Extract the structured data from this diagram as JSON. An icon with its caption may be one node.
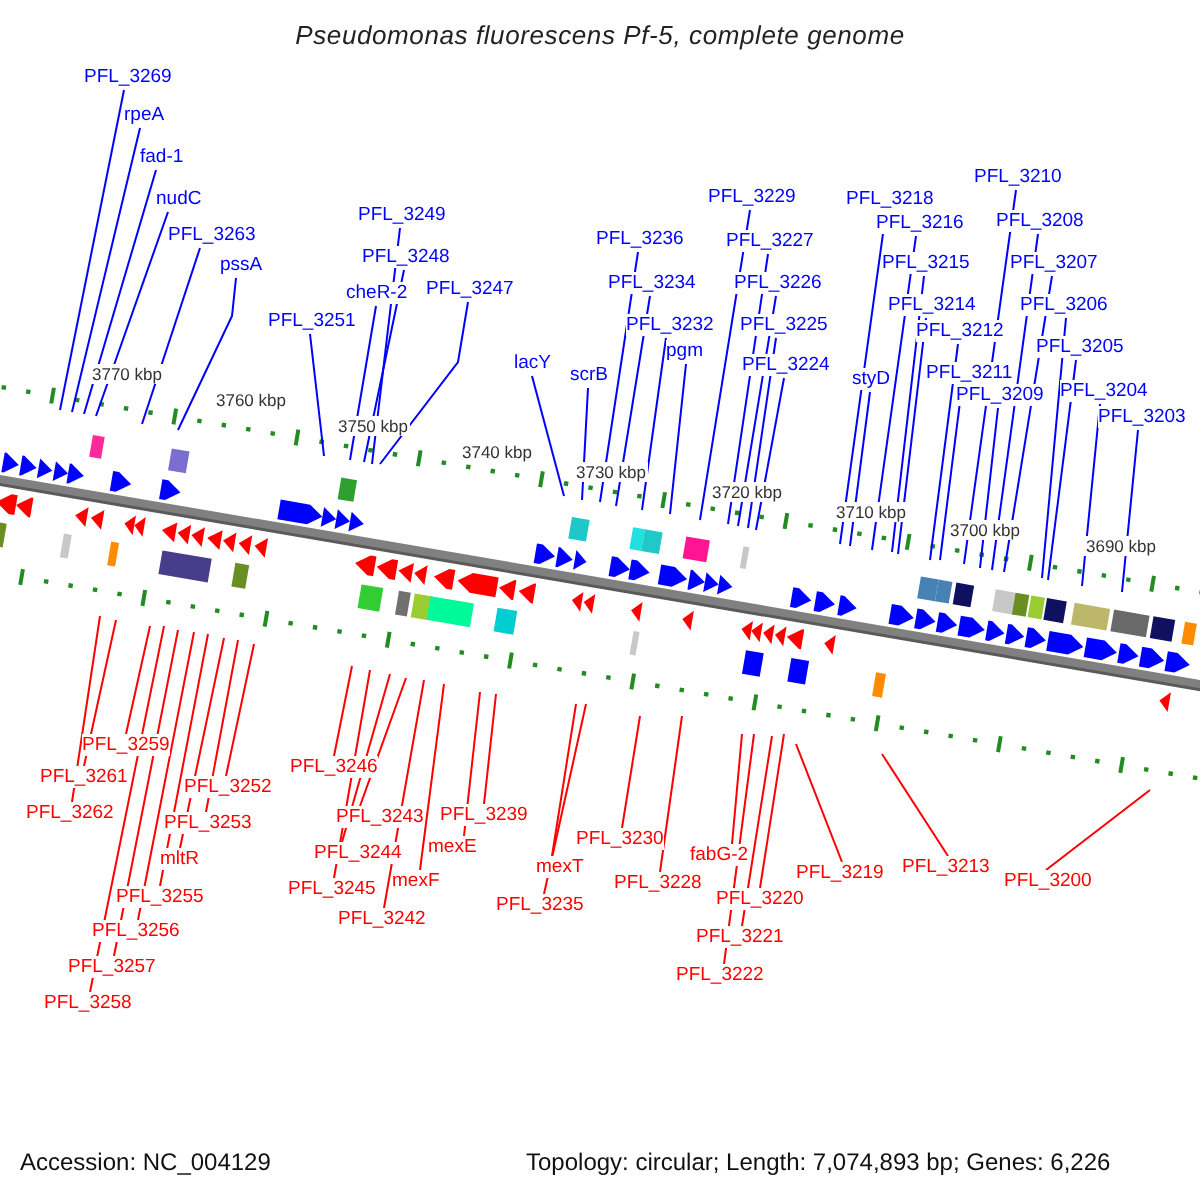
{
  "diagram": {
    "title": "Pseudomonas fluorescens Pf-5, complete genome",
    "nodes": [
      {
        "text": [
          "PFL_3269"
        ]
      },
      {
        "text": [
          "rpeA"
        ]
      },
      {
        "text": [
          "fad-1"
        ]
      },
      {
        "text": [
          "nudC"
        ]
      },
      {
        "text": [
          "PFL_3263"
        ]
      },
      {
        "text": [
          "pssA"
        ]
      },
      {
        "text": [
          "PFL_3251"
        ]
      },
      {
        "text": [
          "PFL_3249"
        ]
      },
      {
        "text": [
          "PFL_3248"
        ]
      },
      {
        "text": [
          "cheR-2"
        ]
      },
      {
        "text": [
          "PFL_3247"
        ]
      },
      {
        "text": [
          "lacY"
        ]
      },
      {
        "text": [
          "scrB"
        ]
      },
      {
        "text": [
          "PFL_3236"
        ]
      },
      {
        "text": [
          "PFL_3234"
        ]
      },
      {
        "text": [
          "PFL_3232"
        ]
      },
      {
        "text": [
          "pgm"
        ]
      },
      {
        "text": [
          "PFL_3229"
        ]
      },
      {
        "text": [
          "PFL_3227"
        ]
      },
      {
        "text": [
          "PFL_3226"
        ]
      },
      {
        "text": [
          "PFL_3225"
        ]
      },
      {
        "text": [
          "PFL_3224"
        ]
      },
      {
        "text": [
          "PFL_3218"
        ]
      },
      {
        "text": [
          "PFL_3216"
        ]
      },
      {
        "text": [
          "styD"
        ]
      },
      {
        "text": [
          "PFL_3215"
        ]
      },
      {
        "text": [
          "PFL_3214"
        ]
      },
      {
        "text": [
          "PFL_3212"
        ]
      },
      {
        "text": [
          "PFL_3211"
        ]
      },
      {
        "text": [
          "PFL_3209"
        ]
      },
      {
        "text": [
          "PFL_3210"
        ]
      },
      {
        "text": [
          "PFL_3208"
        ]
      },
      {
        "text": [
          "PFL_3207"
        ]
      },
      {
        "text": [
          "PFL_3206"
        ]
      },
      {
        "text": [
          "PFL_3205"
        ]
      },
      {
        "text": [
          "PFL_3204"
        ]
      },
      {
        "text": [
          "PFL_3203"
        ]
      },
      {
        "text": [
          "PFL_3259"
        ]
      },
      {
        "text": [
          "PFL_3261"
        ]
      },
      {
        "text": [
          "PFL_3262"
        ]
      },
      {
        "text": [
          "PFL_3252"
        ]
      },
      {
        "text": [
          "PFL_3253"
        ]
      },
      {
        "text": [
          "mltR"
        ]
      },
      {
        "text": [
          "PFL_3255"
        ]
      },
      {
        "text": [
          "PFL_3256"
        ]
      },
      {
        "text": [
          "PFL_3257"
        ]
      },
      {
        "text": [
          "PFL_3258"
        ]
      },
      {
        "text": [
          "PFL_3246"
        ]
      },
      {
        "text": [
          "PFL_3243"
        ]
      },
      {
        "text": [
          "PFL_3244"
        ]
      },
      {
        "text": [
          "PFL_3245"
        ]
      },
      {
        "text": [
          "PFL_3242"
        ]
      },
      {
        "text": [
          "mexF"
        ]
      },
      {
        "text": [
          "mexE"
        ]
      },
      {
        "text": [
          "PFL_3239"
        ]
      },
      {
        "text": [
          "mexT"
        ]
      },
      {
        "text": [
          "PFL_3235"
        ]
      },
      {
        "text": [
          "PFL_3230"
        ]
      },
      {
        "text": [
          "PFL_3228"
        ]
      },
      {
        "text": [
          "fabG-2"
        ]
      },
      {
        "text": [
          "PFL_3220"
        ]
      },
      {
        "text": [
          "PFL_3221"
        ]
      },
      {
        "text": [
          "PFL_3222"
        ]
      },
      {
        "text": [
          "PFL_3219"
        ]
      },
      {
        "text": [
          "PFL_3213"
        ]
      },
      {
        "text": [
          "PFL_3200"
        ]
      }
    ],
    "edges": [
      {
        "from": 0,
        "to": null,
        "arrow": "none"
      },
      {
        "from": 1,
        "to": null,
        "arrow": "none"
      },
      {
        "from": 2,
        "to": null,
        "arrow": "none"
      },
      {
        "from": 3,
        "to": null,
        "arrow": "none"
      },
      {
        "from": 4,
        "to": null,
        "arrow": "none"
      },
      {
        "from": 5,
        "to": null,
        "arrow": "none"
      },
      {
        "from": 6,
        "to": null,
        "arrow": "none"
      },
      {
        "from": 7,
        "to": null,
        "arrow": "none"
      },
      {
        "from": 8,
        "to": null,
        "arrow": "none"
      },
      {
        "from": 9,
        "to": null,
        "arrow": "none"
      },
      {
        "from": 10,
        "to": null,
        "arrow": "none"
      },
      {
        "from": 11,
        "to": null,
        "arrow": "none"
      },
      {
        "from": 12,
        "to": null,
        "arrow": "none"
      },
      {
        "from": 13,
        "to": null,
        "arrow": "none"
      },
      {
        "from": 14,
        "to": null,
        "arrow": "none"
      },
      {
        "from": 15,
        "to": null,
        "arrow": "none"
      },
      {
        "from": 16,
        "to": null,
        "arrow": "none"
      },
      {
        "from": 17,
        "to": null,
        "arrow": "none"
      },
      {
        "from": 18,
        "to": null,
        "arrow": "none"
      },
      {
        "from": 19,
        "to": null,
        "arrow": "none"
      },
      {
        "from": 20,
        "to": null,
        "arrow": "none"
      },
      {
        "from": 21,
        "to": null,
        "arrow": "none"
      },
      {
        "from": 22,
        "to": null,
        "arrow": "none"
      },
      {
        "from": 23,
        "to": null,
        "arrow": "none"
      },
      {
        "from": 24,
        "to": null,
        "arrow": "none"
      },
      {
        "from": 25,
        "to": null,
        "arrow": "none"
      },
      {
        "from": 26,
        "to": null,
        "arrow": "none"
      },
      {
        "from": 27,
        "to": null,
        "arrow": "none"
      },
      {
        "from": 28,
        "to": null,
        "arrow": "none"
      },
      {
        "from": 29,
        "to": null,
        "arrow": "none"
      },
      {
        "from": 30,
        "to": null,
        "arrow": "none"
      },
      {
        "from": 31,
        "to": null,
        "arrow": "none"
      },
      {
        "from": 32,
        "to": null,
        "arrow": "none"
      },
      {
        "from": 33,
        "to": null,
        "arrow": "none"
      },
      {
        "from": 34,
        "to": null,
        "arrow": "none"
      },
      {
        "from": 35,
        "to": null,
        "arrow": "none"
      },
      {
        "from": 36,
        "to": null,
        "arrow": "none"
      },
      {
        "from": 37,
        "to": null,
        "arrow": "none",
        "color": "#ff0000"
      },
      {
        "from": 38,
        "to": null,
        "arrow": "none",
        "color": "#ff0000"
      },
      {
        "from": 39,
        "to": null,
        "arrow": "none",
        "color": "#ff0000"
      },
      {
        "from": 40,
        "to": null,
        "arrow": "none",
        "color": "#ff0000"
      },
      {
        "from": 41,
        "to": null,
        "arrow": "none",
        "color": "#ff0000"
      },
      {
        "from": 42,
        "to": null,
        "arrow": "none",
        "color": "#ff0000"
      },
      {
        "from": 43,
        "to": null,
        "arrow": "none",
        "color": "#ff0000"
      },
      {
        "from": 44,
        "to": null,
        "arrow": "none",
        "color": "#ff0000"
      },
      {
        "from": 45,
        "to": null,
        "arrow": "none",
        "color": "#ff0000"
      },
      {
        "from": 46,
        "to": null,
        "arrow": "none",
        "color": "#ff0000"
      },
      {
        "from": 47,
        "to": null,
        "arrow": "none",
        "color": "#ff0000"
      },
      {
        "from": 48,
        "to": null,
        "arrow": "none",
        "color": "#ff0000"
      },
      {
        "from": 49,
        "to": null,
        "arrow": "none",
        "color": "#ff0000"
      },
      {
        "from": 50,
        "to": null,
        "arrow": "none",
        "color": "#ff0000"
      },
      {
        "from": 51,
        "to": null,
        "arrow": "none",
        "color": "#ff0000"
      },
      {
        "from": 52,
        "to": null,
        "arrow": "none",
        "color": "#ff0000"
      },
      {
        "from": 53,
        "to": null,
        "arrow": "none",
        "color": "#ff0000"
      },
      {
        "from": 54,
        "to": null,
        "arrow": "none",
        "color": "#ff0000"
      },
      {
        "from": 55,
        "to": null,
        "arrow": "none",
        "color": "#ff0000"
      },
      {
        "from": 56,
        "to": null,
        "arrow": "none",
        "color": "#ff0000"
      },
      {
        "from": 57,
        "to": null,
        "arrow": "none",
        "color": "#ff0000"
      },
      {
        "from": 58,
        "to": null,
        "arrow": "none",
        "color": "#ff0000"
      },
      {
        "from": 59,
        "to": null,
        "arrow": "none",
        "color": "#ff0000"
      },
      {
        "from": 60,
        "to": null,
        "arrow": "none",
        "color": "#ff0000"
      },
      {
        "from": 61,
        "to": null,
        "arrow": "none",
        "color": "#ff0000"
      },
      {
        "from": 62,
        "to": null,
        "arrow": "none",
        "color": "#ff0000"
      },
      {
        "from": 63,
        "to": null,
        "arrow": "none",
        "color": "#ff0000"
      },
      {
        "from": 64,
        "to": null,
        "arrow": "none",
        "color": "#ff0000"
      },
      {
        "from": 65,
        "to": null,
        "arrow": "none",
        "color": "#ff0000"
      }
    ],
    "labels": [
      "3770 kbp",
      "3760 kbp",
      "3750 kbp",
      "3740 kbp",
      "3730 kbp",
      "3720 kbp",
      "3710 kbp",
      "3700 kbp",
      "3690 kbp",
      "Accession: NC_004129",
      "Topology: circular; Length: 7,074,893 bp; Genes: 6,226"
    ]
  }
}
